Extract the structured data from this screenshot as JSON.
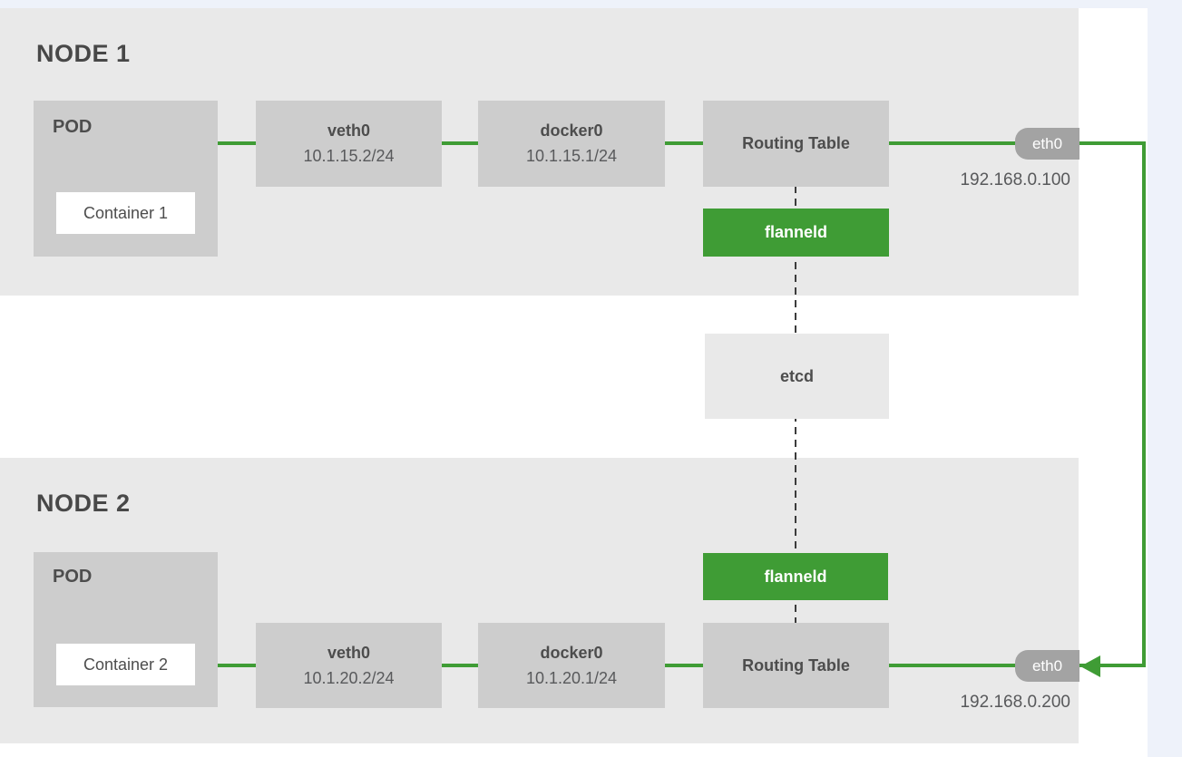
{
  "colors": {
    "accent-green": "#3f9c35",
    "panel-gray": "#e9e9e9",
    "box-gray": "#cdcdcd",
    "tab-gray": "#a3a3a3",
    "page-blue": "#eef2fa",
    "dash-dark": "#3c3c3c",
    "text-dark": "#4d4d4d",
    "text-mid": "#58595b"
  },
  "nodes": [
    {
      "title": "NODE 1",
      "pod_label": "POD",
      "container_label": "Container 1",
      "veth_name": "veth0",
      "veth_ip": "10.1.15.2/24",
      "docker_name": "docker0",
      "docker_ip": "10.1.15.1/24",
      "routing_label": "Routing Table",
      "flanneld_label": "flanneld",
      "eth_label": "eth0",
      "eth_ip": "192.168.0.100"
    },
    {
      "title": "NODE 2",
      "pod_label": "POD",
      "container_label": "Container 2",
      "veth_name": "veth0",
      "veth_ip": "10.1.20.2/24",
      "docker_name": "docker0",
      "docker_ip": "10.1.20.1/24",
      "routing_label": "Routing Table",
      "flanneld_label": "flanneld",
      "eth_label": "eth0",
      "eth_ip": "192.168.0.200"
    }
  ],
  "etcd_label": "etcd"
}
